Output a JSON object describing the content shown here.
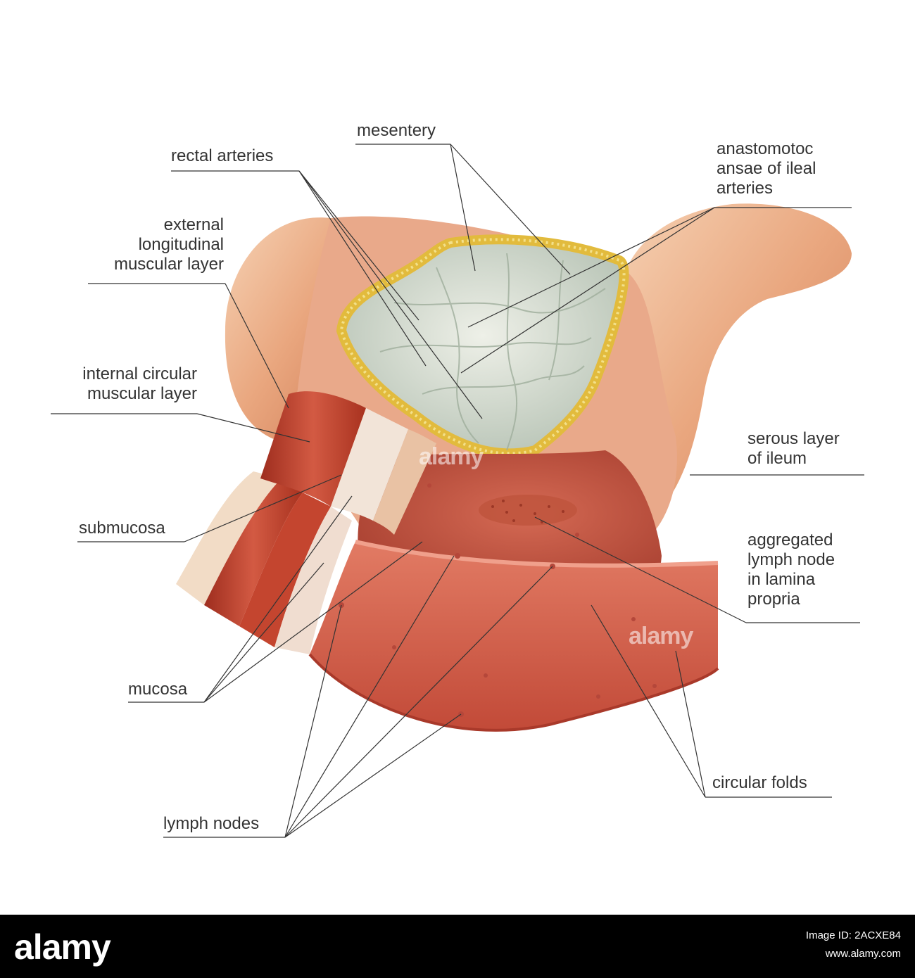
{
  "labels": {
    "mesentery": "mesentery",
    "rectal_arteries": "rectal arteries",
    "anastomotic": "anastomotoc\nansae of ileal\narteries",
    "external_longitudinal": "external\nlongitudinal\nmuscular layer",
    "internal_circular": "internal circular\nmuscular layer",
    "serous_layer": "serous layer\nof ileum",
    "submucosa": "submucosa",
    "aggregated_lymph": "aggregated\nlymph node\nin lamina\npropria",
    "mucosa": "mucosa",
    "circular_folds": "circular folds",
    "lymph_nodes": "lymph nodes"
  },
  "watermark": {
    "text_center": "alamy",
    "text_right": "alamy"
  },
  "footer": {
    "brand": "alamy",
    "image_id": "Image ID: 2ACXE84",
    "url": "www.alamy.com"
  },
  "colors": {
    "tissue_light": "#f2c4a0",
    "tissue_mid": "#d98a62",
    "muscle": "#c2452f",
    "mucosa": "#d9624c",
    "mesentery": "#d6ddd2",
    "mesentery_fat": "#e3c24a",
    "leader": "#333333"
  }
}
